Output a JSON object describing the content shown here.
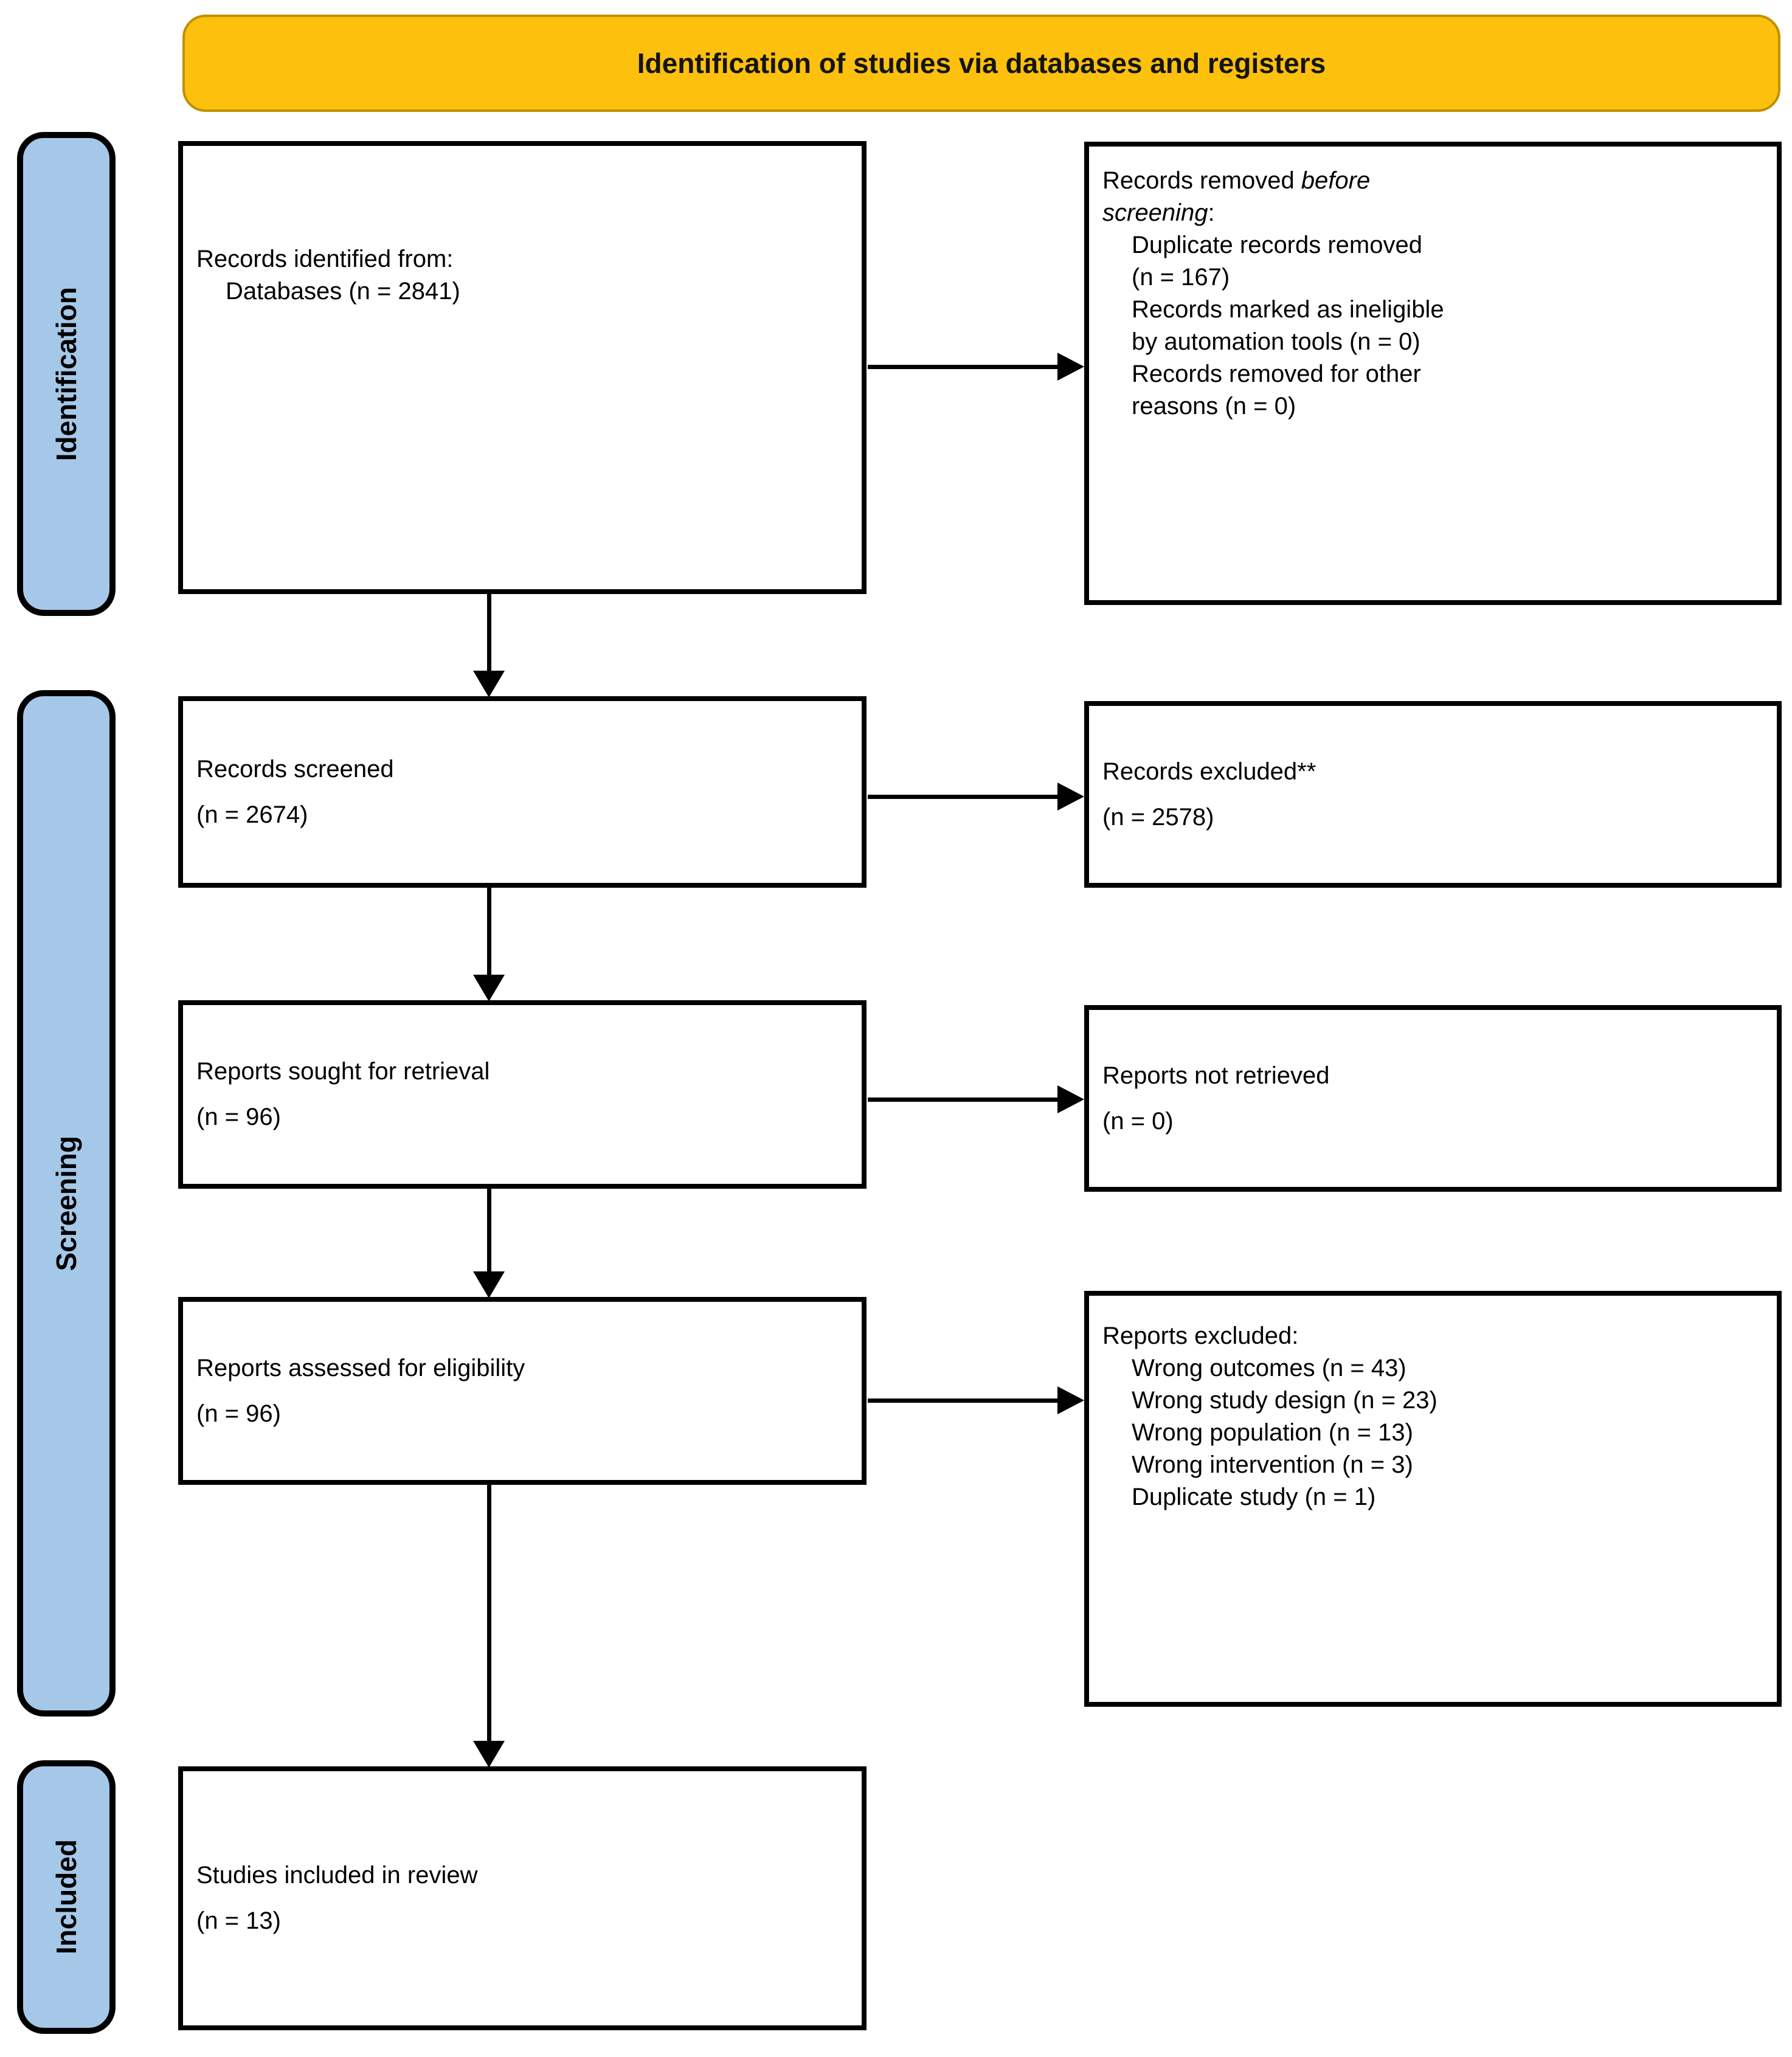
{
  "banner": {
    "title": "Identification of studies via databases and registers"
  },
  "stages": {
    "identification": "Identification",
    "screening": "Screening",
    "included": "Included"
  },
  "flow_boxes": {
    "records_identified": {
      "line1": "Records identified from:",
      "line2": "Databases (n = 2841)"
    },
    "records_screened": {
      "line1": "Records screened",
      "line2": "(n = 2674)"
    },
    "reports_sought": {
      "line1": "Reports sought for retrieval",
      "line2": "(n = 96)"
    },
    "reports_assessed": {
      "line1": "Reports assessed for eligibility",
      "line2": "(n = 96)"
    },
    "studies_included": {
      "line1": "Studies included in review",
      "line2": "(n = 13)"
    }
  },
  "side_boxes": {
    "records_removed": {
      "heading_plain": "Records removed ",
      "heading_italic_1": "before",
      "heading_italic_2": "screening",
      "heading_suffix": ":",
      "items": [
        [
          "Duplicate records removed",
          "(n = 167)"
        ],
        [
          "Records marked as ineligible",
          "by automation tools (n = 0)"
        ],
        [
          "Records removed for other",
          "reasons (n = 0)"
        ]
      ]
    },
    "records_excluded": {
      "line1": "Records excluded**",
      "line2": "(n = 2578)"
    },
    "reports_not_retrieved": {
      "line1": "Reports not retrieved",
      "line2": "(n = 0)"
    },
    "reports_excluded": {
      "heading": "Reports excluded:",
      "items": [
        "Wrong outcomes (n = 43)",
        "Wrong study design (n = 23)",
        "Wrong population (n = 13)",
        "Wrong intervention (n = 3)",
        "Duplicate study (n = 1)"
      ]
    }
  },
  "colors": {
    "banner_fill": "#FCC00D",
    "banner_border": "#BF9000",
    "stage_fill": "#A5C8E9",
    "box_border": "#000000",
    "arrow": "#000000",
    "text": "#000000"
  }
}
